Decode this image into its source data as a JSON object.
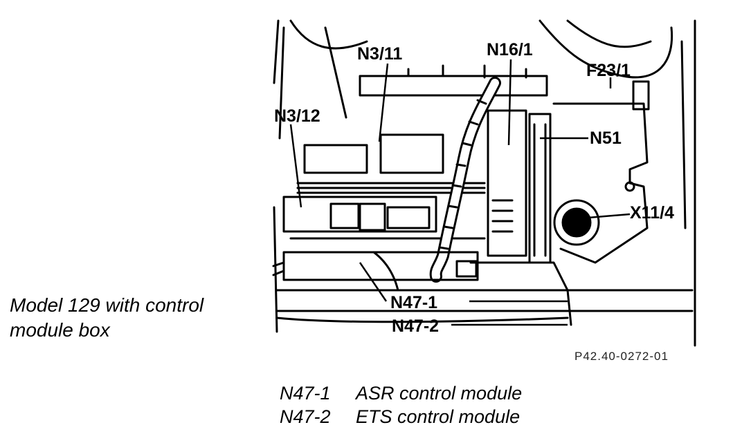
{
  "caption": {
    "line1": "Model 129 with control",
    "line2": "module box"
  },
  "callouts": {
    "n3_11": "N3/11",
    "n16_1": "N16/1",
    "f23_1": "F23/1",
    "n3_12": "N3/12",
    "n51": "N51",
    "x11_4": "X11/4",
    "n47_1": "N47-1",
    "n47_2": "N47-2"
  },
  "figure_ref": "P42.40-0272-01",
  "legend": [
    {
      "code": "N47-1",
      "description": "ASR control module"
    },
    {
      "code": "N47-2",
      "description": "ETS control module"
    }
  ]
}
